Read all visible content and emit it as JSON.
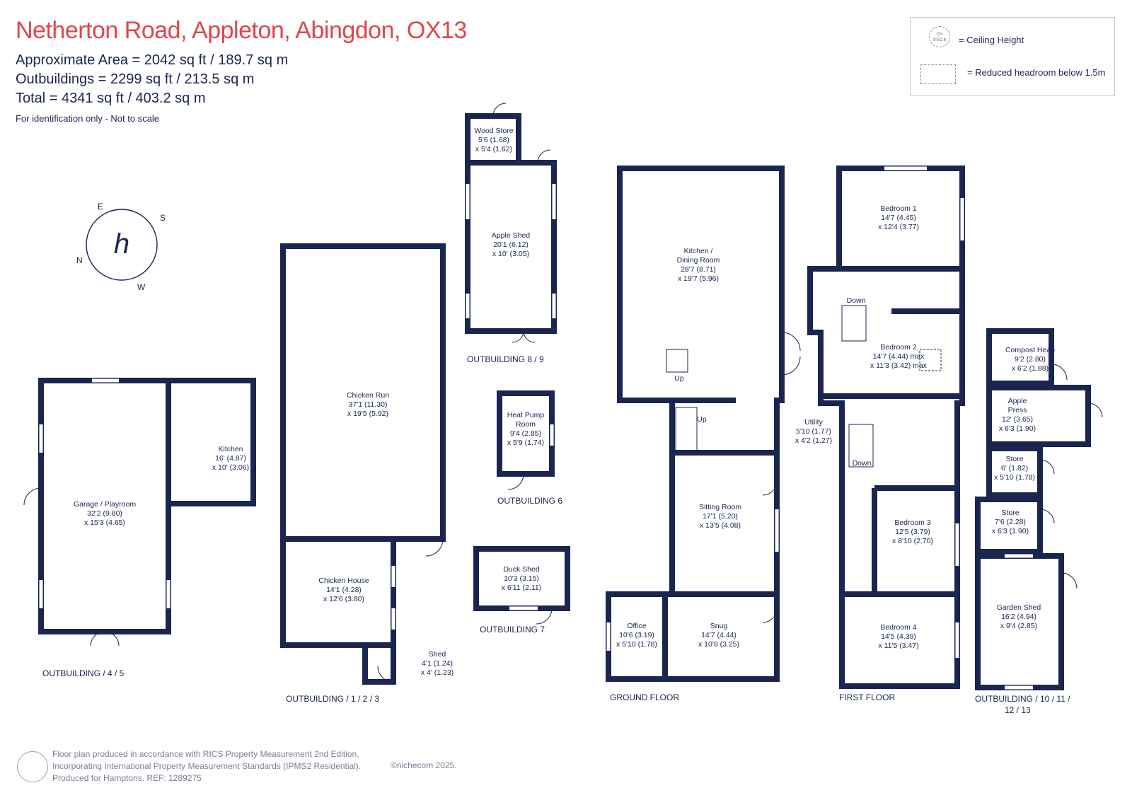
{
  "header": {
    "title": "Netherton Road, Appleton, Abingdon, OX13",
    "area_main": "Approximate Area = 2042 sq ft / 189.7 sq m",
    "area_outbuildings": "Outbuildings = 2299 sq ft / 213.5 sq m",
    "area_total": "Total = 4341 sq ft / 403.2 sq m",
    "disclaimer": "For identification only - Not to scale"
  },
  "legend": {
    "ch_symbol": "CH 8'5/2.6",
    "ceiling_height": "= Ceiling Height",
    "reduced_headroom": "= Reduced headroom below 1.5m"
  },
  "compass": {
    "n": "N",
    "e": "E",
    "s": "S",
    "w": "W"
  },
  "plan_labels": {
    "outbuilding_4_5": "OUTBUILDING / 4 / 5",
    "outbuilding_1_2_3": "OUTBUILDING / 1 / 2 / 3",
    "outbuilding_8_9": "OUTBUILDING 8 / 9",
    "outbuilding_6": "OUTBUILDING 6",
    "outbuilding_7": "OUTBUILDING 7",
    "ground_floor": "GROUND FLOOR",
    "first_floor": "FIRST FLOOR",
    "outbuilding_10_13_a": "OUTBUILDING / 10 / 11 /",
    "outbuilding_10_13_b": "12 / 13"
  },
  "rooms": {
    "garage": [
      "Garage / Playroom",
      "32'2 (9.80)",
      "x 15'3 (4.65)"
    ],
    "kitchen_ob": [
      "Kitchen",
      "16' (4.87)",
      "x 10' (3.06)"
    ],
    "chicken_run": [
      "Chicken Run",
      "37'1 (11.30)",
      "x 19'5 (5.92)"
    ],
    "chicken_house": [
      "Chicken House",
      "14'1 (4.28)",
      "x 12'6 (3.80)"
    ],
    "shed": [
      "Shed",
      "4'1 (1.24)",
      "x 4' (1.23)"
    ],
    "wood_store": [
      "Wood Store",
      "5'6 (1.68)",
      "x 5'4 (1.62)"
    ],
    "apple_shed": [
      "Apple Shed",
      "20'1 (6.12)",
      "x 10' (3.05)"
    ],
    "heat_pump": [
      "Heat Pump",
      "Room",
      "9'4 (2.85)",
      "x 5'9 (1.74)"
    ],
    "duck_shed": [
      "Duck Shed",
      "10'3 (3.15)",
      "x 6'11 (2.11)"
    ],
    "kitchen_dining": [
      "Kitchen /",
      "Dining Room",
      "28'7 (8.71)",
      "x 19'7 (5.96)"
    ],
    "utility": [
      "Utility",
      "5'10 (1.77)",
      "x 4'2 (1.27)"
    ],
    "sitting": [
      "Sitting Room",
      "17'1 (5.20)",
      "x 13'5 (4.08)"
    ],
    "office": [
      "Office",
      "10'6 (3.19)",
      "x 5'10 (1.78)"
    ],
    "snug": [
      "Snug",
      "14'7 (4.44)",
      "x 10'8 (3.25)"
    ],
    "bedroom1": [
      "Bedroom 1",
      "14'7 (4.45)",
      "x 12'4 (3.77)"
    ],
    "bedroom2": [
      "Bedroom 2",
      "14'7 (4.44) max",
      "x 11'3 (3.42) max"
    ],
    "bedroom3": [
      "Bedroom 3",
      "12'5 (3.79)",
      "x 8'10 (2.70)"
    ],
    "bedroom4": [
      "Bedroom 4",
      "14'5 (4.39)",
      "x 11'5 (3.47)"
    ],
    "compost": [
      "Compost Heap",
      "9'2 (2.80)",
      "x 6'2 (1.88)"
    ],
    "apple_press": [
      "Apple",
      "Press",
      "12' (3.65)",
      "x 6'3 (1.90)"
    ],
    "store1": [
      "Store",
      "6' (1.82)",
      "x 5'10 (1.78)"
    ],
    "store2": [
      "Store",
      "7'6 (2.28)",
      "x 6'3 (1.90)"
    ],
    "garden_shed": [
      "Garden Shed",
      "16'2 (4.94)",
      "x 9'4 (2.85)"
    ]
  },
  "stair_labels": {
    "up": "Up",
    "down": "Down"
  },
  "footer": {
    "line1": "Floor plan produced in accordance with RICS Property Measurement 2nd Edition,",
    "line2": "Incorporating International Property Measurement Standards (IPMS2 Residential).",
    "line3": "Produced for Hamptons.  REF:  1289275",
    "copyright": "©nichecom 2025."
  },
  "colors": {
    "wall": "#1a2550",
    "title": "#e0464a",
    "accent": "#e0464a"
  }
}
